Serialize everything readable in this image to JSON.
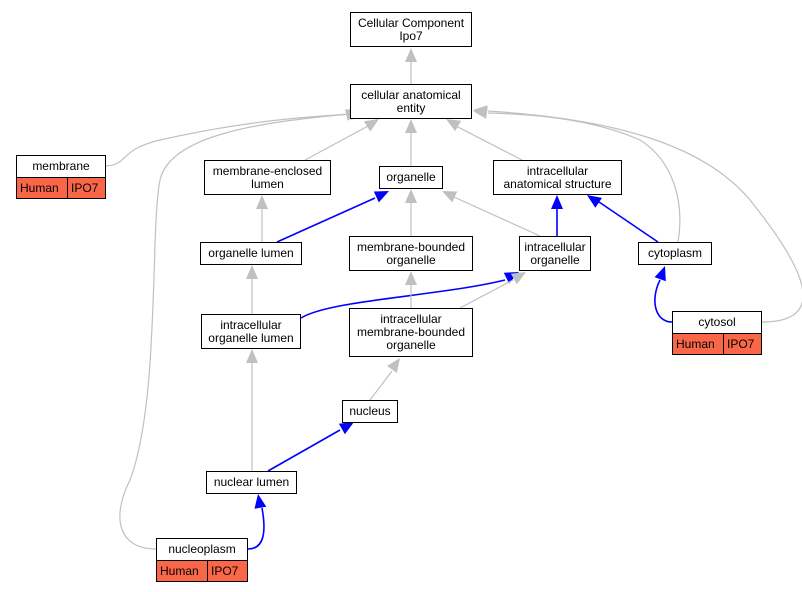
{
  "colors": {
    "is_a_edge": "#c0c0c0",
    "part_of_edge": "#0000ff",
    "annotation_fill": "#f96748"
  },
  "nodes": {
    "root": [
      "Cellular Component",
      "Ipo7"
    ],
    "cae": [
      "cellular anatomical",
      "entity"
    ],
    "membrane": [
      "membrane"
    ],
    "mel": [
      "membrane-enclosed",
      "lumen"
    ],
    "organelle": [
      "organelle"
    ],
    "ias": [
      "intracellular",
      "anatomical structure"
    ],
    "orglumen": [
      "organelle lumen"
    ],
    "mbo": [
      "membrane-bounded",
      "organelle"
    ],
    "intorg": [
      "intracellular",
      "organelle"
    ],
    "cytoplasm": [
      "cytoplasm"
    ],
    "iol": [
      "intracellular",
      "organelle lumen"
    ],
    "imbo": [
      "intracellular",
      "membrane-bounded",
      "organelle"
    ],
    "cytosol": [
      "cytosol"
    ],
    "nucleus": [
      "nucleus"
    ],
    "nuclumen": [
      "nuclear lumen"
    ],
    "nucleoplasm": [
      "nucleoplasm"
    ]
  },
  "annotations": {
    "membrane": {
      "species": "Human",
      "gene": "IPO7"
    },
    "cytosol": {
      "species": "Human",
      "gene": "IPO7"
    },
    "nucleoplasm": {
      "species": "Human",
      "gene": "IPO7"
    }
  }
}
